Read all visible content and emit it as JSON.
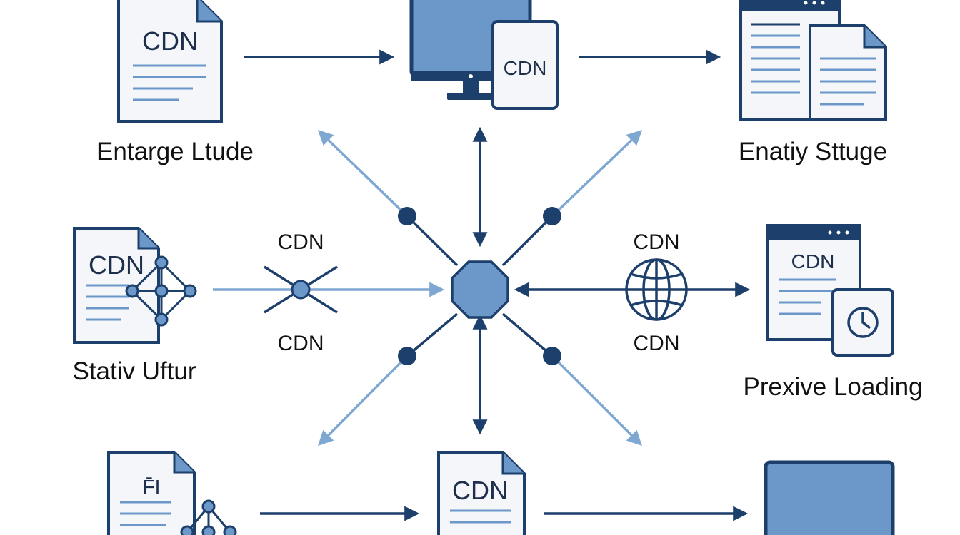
{
  "colors": {
    "dark": "#1d3f6b",
    "fill": "#6b98c9",
    "light": "#7ea7d2",
    "paper": "#f4f6f9",
    "text": "#111111"
  },
  "nodes": {
    "top_left_doc": {
      "text": "CDN",
      "caption": "Entarge Ltude",
      "icon": "document-icon"
    },
    "top_center_devices": {
      "text": "CDN",
      "icon": "monitor-tablet-icon"
    },
    "top_right_pages": {
      "caption": "Enatiy Sttuge",
      "icon": "browser-pages-icon"
    },
    "mid_left_doc": {
      "text": "CDN",
      "caption": "Stativ Uftur",
      "icon": "document-network-icon"
    },
    "mid_left_connector": {
      "top_text": "CDN",
      "bottom_text": "CDN",
      "icon": "cross-node-icon"
    },
    "hub": {
      "icon": "octagon-hub-icon"
    },
    "mid_right_connector": {
      "top_text": "CDN",
      "bottom_text": "CDN",
      "icon": "globe-icon"
    },
    "mid_right_browser": {
      "text": "CDN",
      "caption": "Prexive Loading",
      "icon": "browser-clock-icon"
    },
    "bottom_left_doc": {
      "text": "F̄I",
      "icon": "document-network-icon"
    },
    "bottom_center_doc": {
      "text": "CDN",
      "icon": "document-icon"
    },
    "bottom_right_screen": {
      "icon": "screen-icon"
    }
  }
}
